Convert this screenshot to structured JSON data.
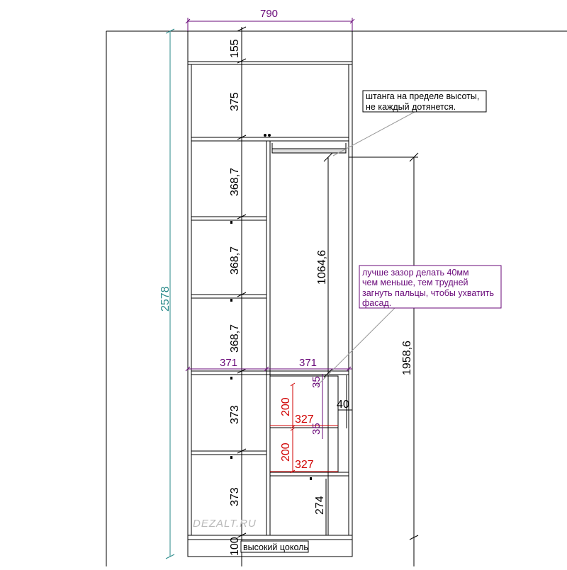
{
  "dims": {
    "top_width": "790",
    "total_height": "2578",
    "d155": "155",
    "d375": "375",
    "d368a": "368,7",
    "d368b": "368,7",
    "d368c": "368,7",
    "d373a": "373",
    "d373b": "373",
    "d1064": "1064,6",
    "d1958": "1958,6",
    "d371a": "371",
    "d371b": "371",
    "d35a": "35",
    "d35b": "35",
    "d40": "40",
    "d200a": "200",
    "d200b": "200",
    "d327a": "327",
    "d327b": "327",
    "d274": "274",
    "d100": "100"
  },
  "notes": {
    "rod_line1": "штанга на пределе высоты,",
    "rod_line2": "не каждый дотянется.",
    "gap_line1": "лучше зазор делать 40мм",
    "gap_line2": "чем меньше, тем трудней",
    "gap_line3": "загнуть пальцы, чтобы ухватить",
    "gap_line4": "фасад.",
    "plinth": "высокий цоколь"
  },
  "watermark": "DEZALT.RU",
  "colors": {
    "purple": "#6a0a7a",
    "teal": "#2a8a8a",
    "red": "#d00000",
    "green": "#2a7a2a"
  }
}
